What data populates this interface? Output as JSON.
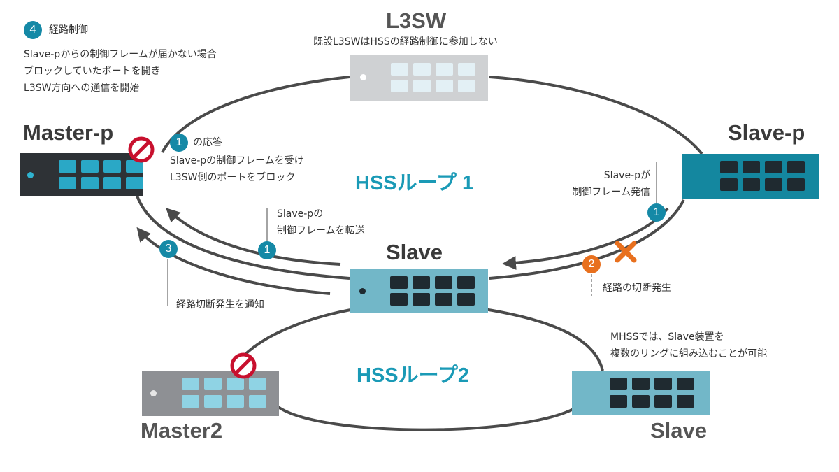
{
  "devices": {
    "l3sw": {
      "label": "L3SW",
      "caption": "既設L3SWはHSSの経路制御に参加しない"
    },
    "master_p": {
      "label": "Master-p"
    },
    "slave_p": {
      "label": "Slave-p"
    },
    "slave": {
      "label": "Slave"
    },
    "master2": {
      "label": "Master2"
    },
    "slave_bottom": {
      "label": "Slave"
    }
  },
  "loops": {
    "loop1": "HSSループ 1",
    "loop2": "HSSループ2"
  },
  "steps": {
    "s1_a": {
      "badge": "1",
      "lines": [
        "Slave-pが",
        "制御フレーム発信"
      ]
    },
    "s1_b": {
      "badge": "1",
      "lines": [
        "Slave-pの",
        "制御フレームを転送"
      ]
    },
    "s1_c": {
      "badge": "1",
      "head": "の応答",
      "lines": [
        "Slave-pの制御フレームを受け",
        "L3SW側のポートをブロック"
      ]
    },
    "s2": {
      "badge": "2",
      "lines": [
        "経路の切断発生"
      ]
    },
    "s3": {
      "badge": "3",
      "lines": [
        "経路切断発生を通知"
      ]
    },
    "s4": {
      "badge": "4",
      "head": "経路制御",
      "lines": [
        "Slave-pからの制御フレームが届かない場合",
        "ブロックしていたポートを開き",
        "L3SW方向への通信を開始"
      ]
    }
  },
  "mhss_note": {
    "lines": [
      "MHSSでは、Slave装置を",
      "複数のリングに組み込むことが可能"
    ]
  },
  "colors": {
    "line": "#4a4a4a",
    "teal": "#1589a6",
    "orange": "#e8701e",
    "block_red": "#c8102e",
    "l3sw_body": "#cfd1d3",
    "master_p_body": "#2e3236",
    "slave_p_body": "#14879f",
    "slave_body": "#72b7c8",
    "master2_body": "#8e9094"
  },
  "icons": [
    "block-icon",
    "cross-icon",
    "port-icon",
    "status-led-icon",
    "arrow-icon"
  ]
}
